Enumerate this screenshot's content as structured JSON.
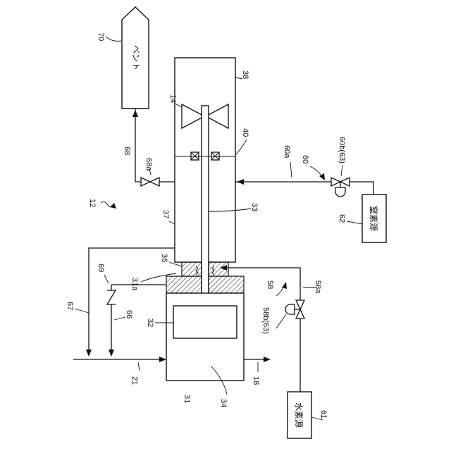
{
  "boxes": {
    "vent": "ベント",
    "nitrogen_source": "窒素源",
    "hydrogen_source": "水素源"
  },
  "labels": {
    "l70": "70",
    "l38": "38",
    "l14": "14",
    "l40": "40",
    "l68": "68",
    "l68a": "68a",
    "l60a": "60a",
    "l60": "60",
    "l60b": "60b(63)",
    "l12": "12",
    "l37": "37",
    "l33": "33",
    "l62": "62",
    "l36": "36",
    "l69": "69",
    "l31a": "31a",
    "l58": "58",
    "l58a": "58a",
    "l67": "67",
    "l66": "66",
    "l32": "32",
    "l58b": "58b(63)",
    "l21": "21",
    "l18": "18",
    "l31": "31",
    "l34": "34",
    "l61": "61"
  }
}
